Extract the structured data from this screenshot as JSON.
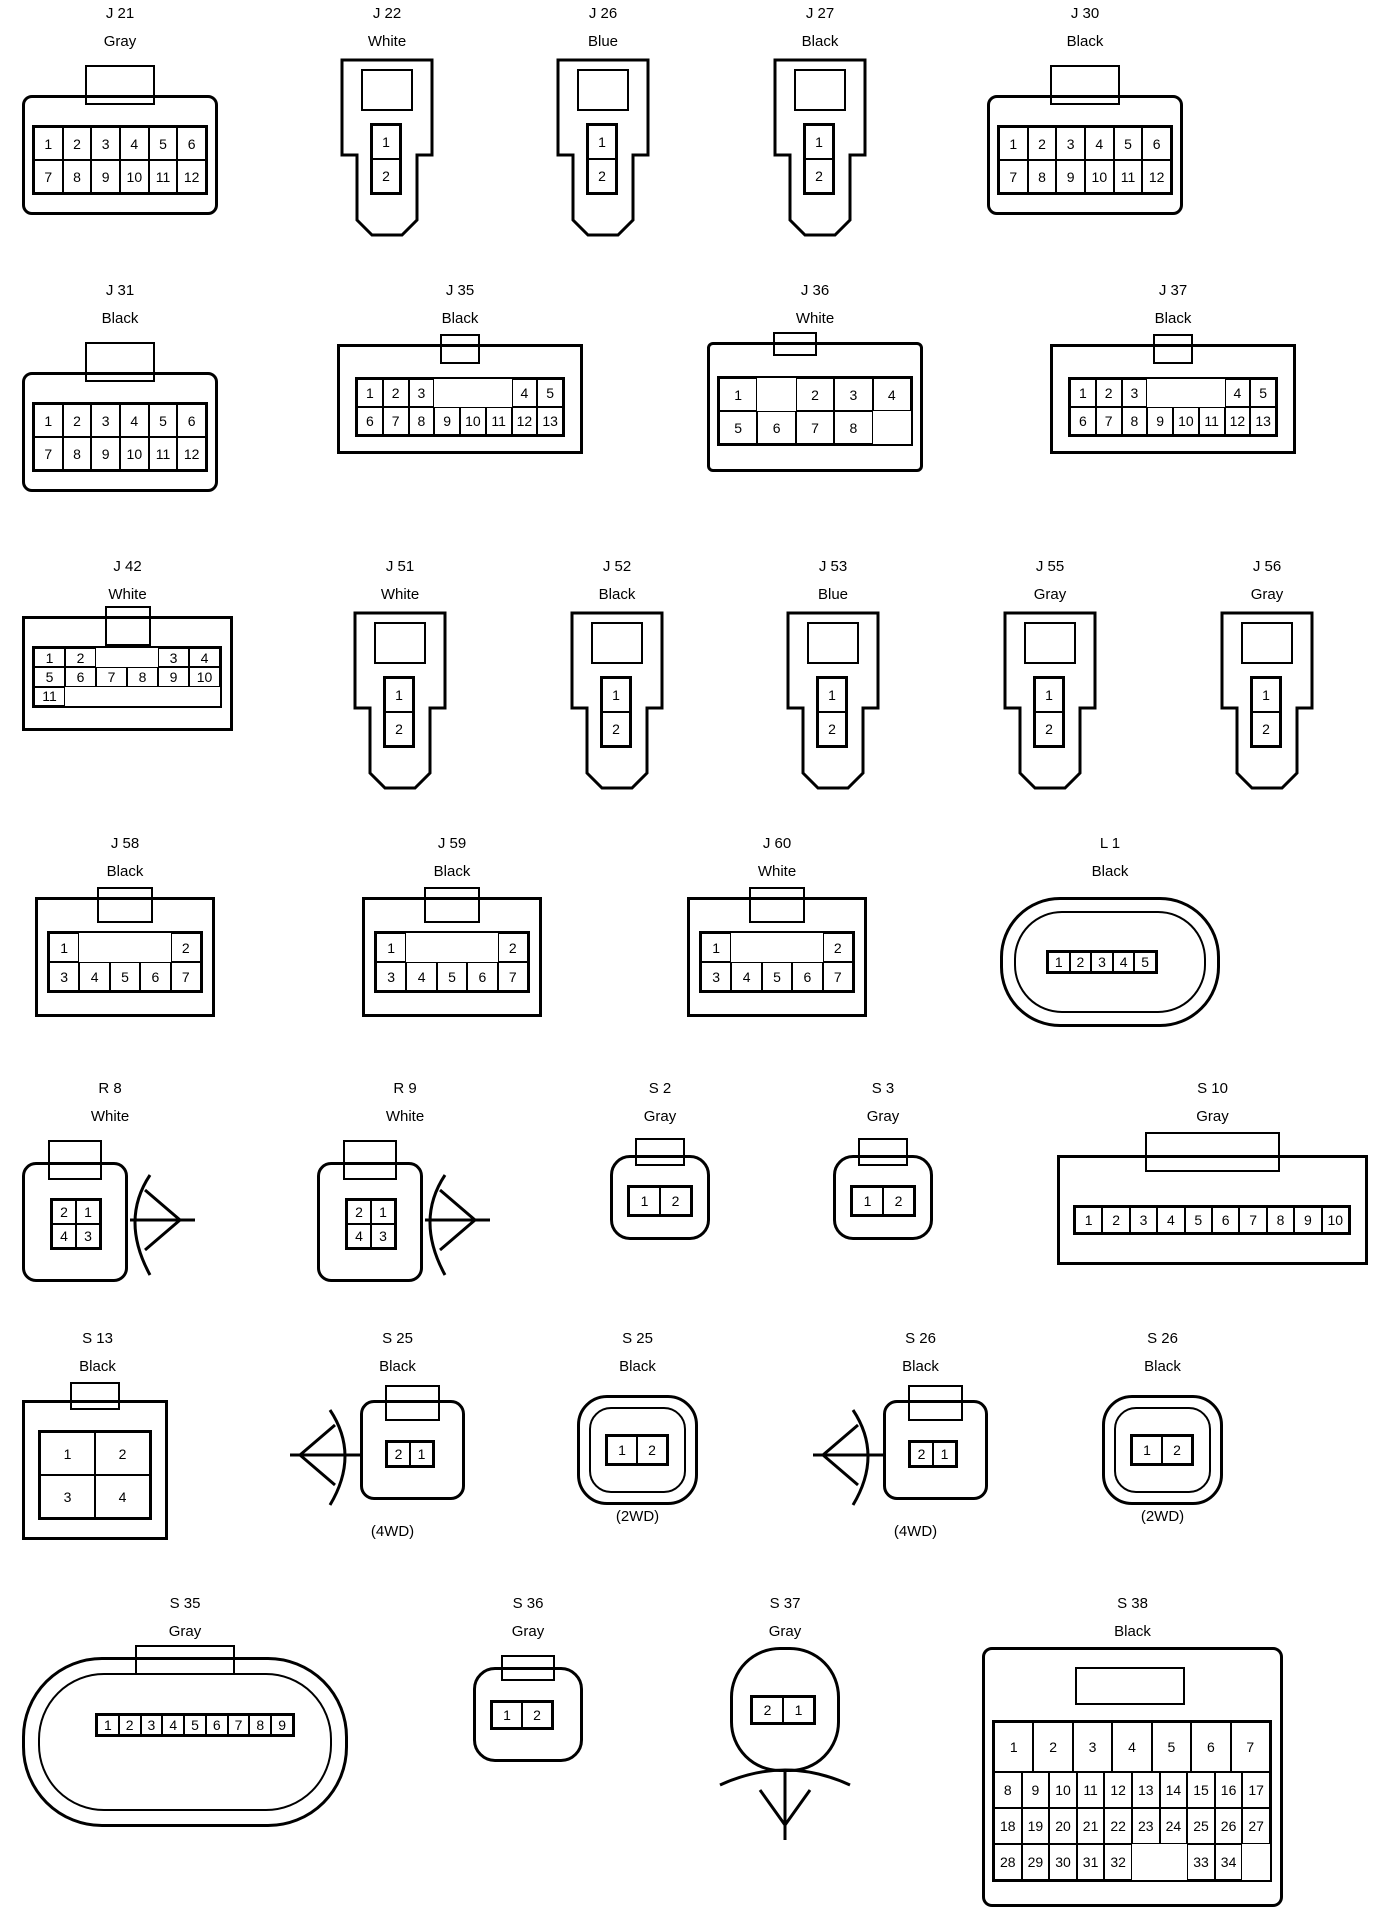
{
  "connectors": [
    {
      "id": "J 21",
      "color": "Gray",
      "pins": [
        "1",
        "2",
        "3",
        "4",
        "5",
        "6",
        "7",
        "8",
        "9",
        "10",
        "11",
        "12"
      ]
    },
    {
      "id": "J 22",
      "color": "White",
      "pins": [
        "1",
        "2"
      ]
    },
    {
      "id": "J 26",
      "color": "Blue",
      "pins": [
        "1",
        "2"
      ]
    },
    {
      "id": "J 27",
      "color": "Black",
      "pins": [
        "1",
        "2"
      ]
    },
    {
      "id": "J 30",
      "color": "Black",
      "pins": [
        "1",
        "2",
        "3",
        "4",
        "5",
        "6",
        "7",
        "8",
        "9",
        "10",
        "11",
        "12"
      ]
    },
    {
      "id": "J 31",
      "color": "Black",
      "pins": [
        "1",
        "2",
        "3",
        "4",
        "5",
        "6",
        "7",
        "8",
        "9",
        "10",
        "11",
        "12"
      ]
    },
    {
      "id": "J 35",
      "color": "Black",
      "pins": [
        "1",
        "2",
        "3",
        "",
        "",
        "",
        "4",
        "5",
        "6",
        "7",
        "8",
        "9",
        "10",
        "11",
        "12",
        "13"
      ]
    },
    {
      "id": "J 36",
      "color": "White",
      "pins": [
        "1",
        "",
        "2",
        "3",
        "4",
        "5",
        "6",
        "7",
        "8"
      ]
    },
    {
      "id": "J 37",
      "color": "Black",
      "pins": [
        "1",
        "2",
        "3",
        "",
        "",
        "",
        "4",
        "5",
        "6",
        "7",
        "8",
        "9",
        "10",
        "11",
        "12",
        "13"
      ]
    },
    {
      "id": "J 42",
      "color": "White",
      "pins": [
        "1",
        "2",
        "",
        "",
        "3",
        "4",
        "5",
        "6",
        "7",
        "8",
        "9",
        "10",
        "11"
      ]
    },
    {
      "id": "J 51",
      "color": "White",
      "pins": [
        "1",
        "2"
      ]
    },
    {
      "id": "J 52",
      "color": "Black",
      "pins": [
        "1",
        "2"
      ]
    },
    {
      "id": "J 53",
      "color": "Blue",
      "pins": [
        "1",
        "2"
      ]
    },
    {
      "id": "J 55",
      "color": "Gray",
      "pins": [
        "1",
        "2"
      ]
    },
    {
      "id": "J 56",
      "color": "Gray",
      "pins": [
        "1",
        "2"
      ]
    },
    {
      "id": "J 58",
      "color": "Black",
      "pins": [
        "1",
        "",
        "",
        "",
        "2",
        "3",
        "4",
        "5",
        "6",
        "7"
      ]
    },
    {
      "id": "J 59",
      "color": "Black",
      "pins": [
        "1",
        "",
        "",
        "",
        "2",
        "3",
        "4",
        "5",
        "6",
        "7"
      ]
    },
    {
      "id": "J 60",
      "color": "White",
      "pins": [
        "1",
        "",
        "",
        "",
        "2",
        "3",
        "4",
        "5",
        "6",
        "7"
      ]
    },
    {
      "id": "L 1",
      "color": "Black",
      "pins": [
        "1",
        "2",
        "3",
        "4",
        "5"
      ]
    },
    {
      "id": "R 8",
      "color": "White",
      "pins": [
        "2",
        "1",
        "4",
        "3"
      ]
    },
    {
      "id": "R 9",
      "color": "White",
      "pins": [
        "2",
        "1",
        "4",
        "3"
      ]
    },
    {
      "id": "S 2",
      "color": "Gray",
      "pins": [
        "1",
        "2"
      ]
    },
    {
      "id": "S 3",
      "color": "Gray",
      "pins": [
        "1",
        "2"
      ]
    },
    {
      "id": "S 10",
      "color": "Gray",
      "pins": [
        "1",
        "2",
        "3",
        "4",
        "5",
        "6",
        "7",
        "8",
        "9",
        "10"
      ]
    },
    {
      "id": "S 13",
      "color": "Black",
      "pins": [
        "1",
        "2",
        "3",
        "4"
      ]
    },
    {
      "id": "S 25",
      "color": "Black",
      "pins": [
        "2",
        "1"
      ],
      "note": "(4WD)"
    },
    {
      "id": "S 25",
      "color": "Black",
      "pins": [
        "1",
        "2"
      ],
      "note": "(2WD)"
    },
    {
      "id": "S 26",
      "color": "Black",
      "pins": [
        "2",
        "1"
      ],
      "note": "(4WD)"
    },
    {
      "id": "S 26",
      "color": "Black",
      "pins": [
        "1",
        "2"
      ],
      "note": "(2WD)"
    },
    {
      "id": "S 35",
      "color": "Gray",
      "pins": [
        "1",
        "2",
        "3",
        "4",
        "5",
        "6",
        "7",
        "8",
        "9"
      ]
    },
    {
      "id": "S 36",
      "color": "Gray",
      "pins": [
        "1",
        "2"
      ]
    },
    {
      "id": "S 37",
      "color": "Gray",
      "pins": [
        "2",
        "1"
      ]
    },
    {
      "id": "S 38",
      "color": "Black",
      "pins": [
        "1",
        "2",
        "3",
        "4",
        "5",
        "6",
        "7",
        "8",
        "9",
        "10",
        "11",
        "12",
        "13",
        "14",
        "15",
        "16",
        "17",
        "18",
        "19",
        "20",
        "21",
        "22",
        "23",
        "24",
        "25",
        "26",
        "27",
        "28",
        "29",
        "30",
        "31",
        "32",
        "",
        "",
        "33",
        "34"
      ]
    }
  ]
}
